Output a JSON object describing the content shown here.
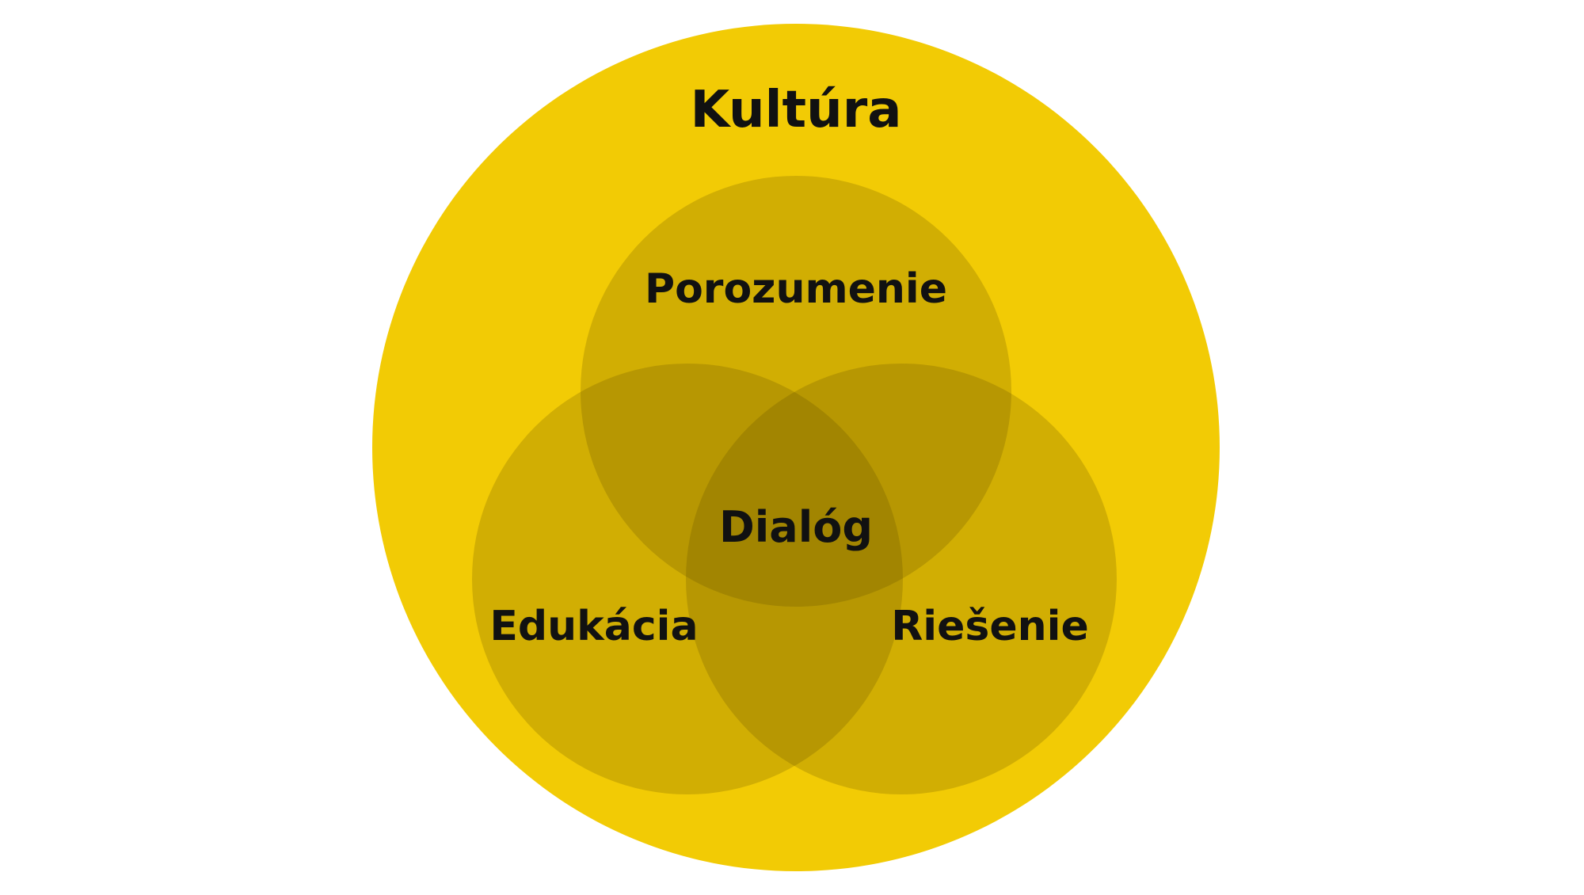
{
  "diagram": {
    "outer_label": "Kultúra",
    "top_label": "Porozumenie",
    "left_label": "Edukácia",
    "right_label": "Riešenie",
    "center_label": "Dialóg"
  },
  "colors": {
    "background": "#ffffff",
    "outer_circle": "#f2cb05",
    "inner_circle_tint": "#5a4a00",
    "text": "#111111"
  }
}
